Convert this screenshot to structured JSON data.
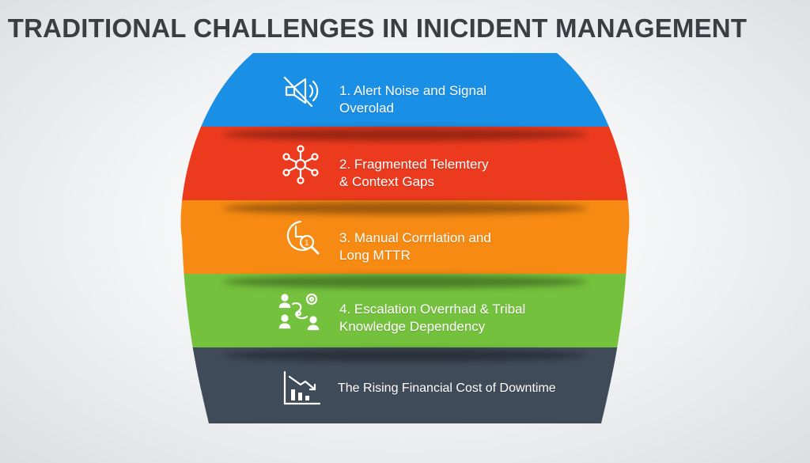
{
  "title": "TRADITIONAL CHALLENGES IN INICIDENT MANAGEMENT",
  "colors": {
    "band1": "#1a8fe6",
    "band2": "#ec3a1e",
    "band3": "#f68a12",
    "band4": "#74c13d",
    "band5": "#404b5a"
  },
  "items": [
    {
      "line1": "1. Alert Noise and Signal",
      "line2": "Overolad",
      "icon": "muted-megaphone-icon"
    },
    {
      "line1": "2. Fragmented Telemtery",
      "line2": "& Context Gaps",
      "icon": "network-nodes-icon"
    },
    {
      "line1": "3. Manual Corrrlation and",
      "line2": "Long MTTR",
      "icon": "clock-magnifier-icon"
    },
    {
      "line1": "4. Escalation Overrhad & Tribal",
      "line2": "Knowledge Dependency",
      "icon": "team-gear-icon"
    },
    {
      "line1": "The Rising Financial Cost of Downtime",
      "line2": "",
      "icon": "declining-chart-icon"
    }
  ]
}
